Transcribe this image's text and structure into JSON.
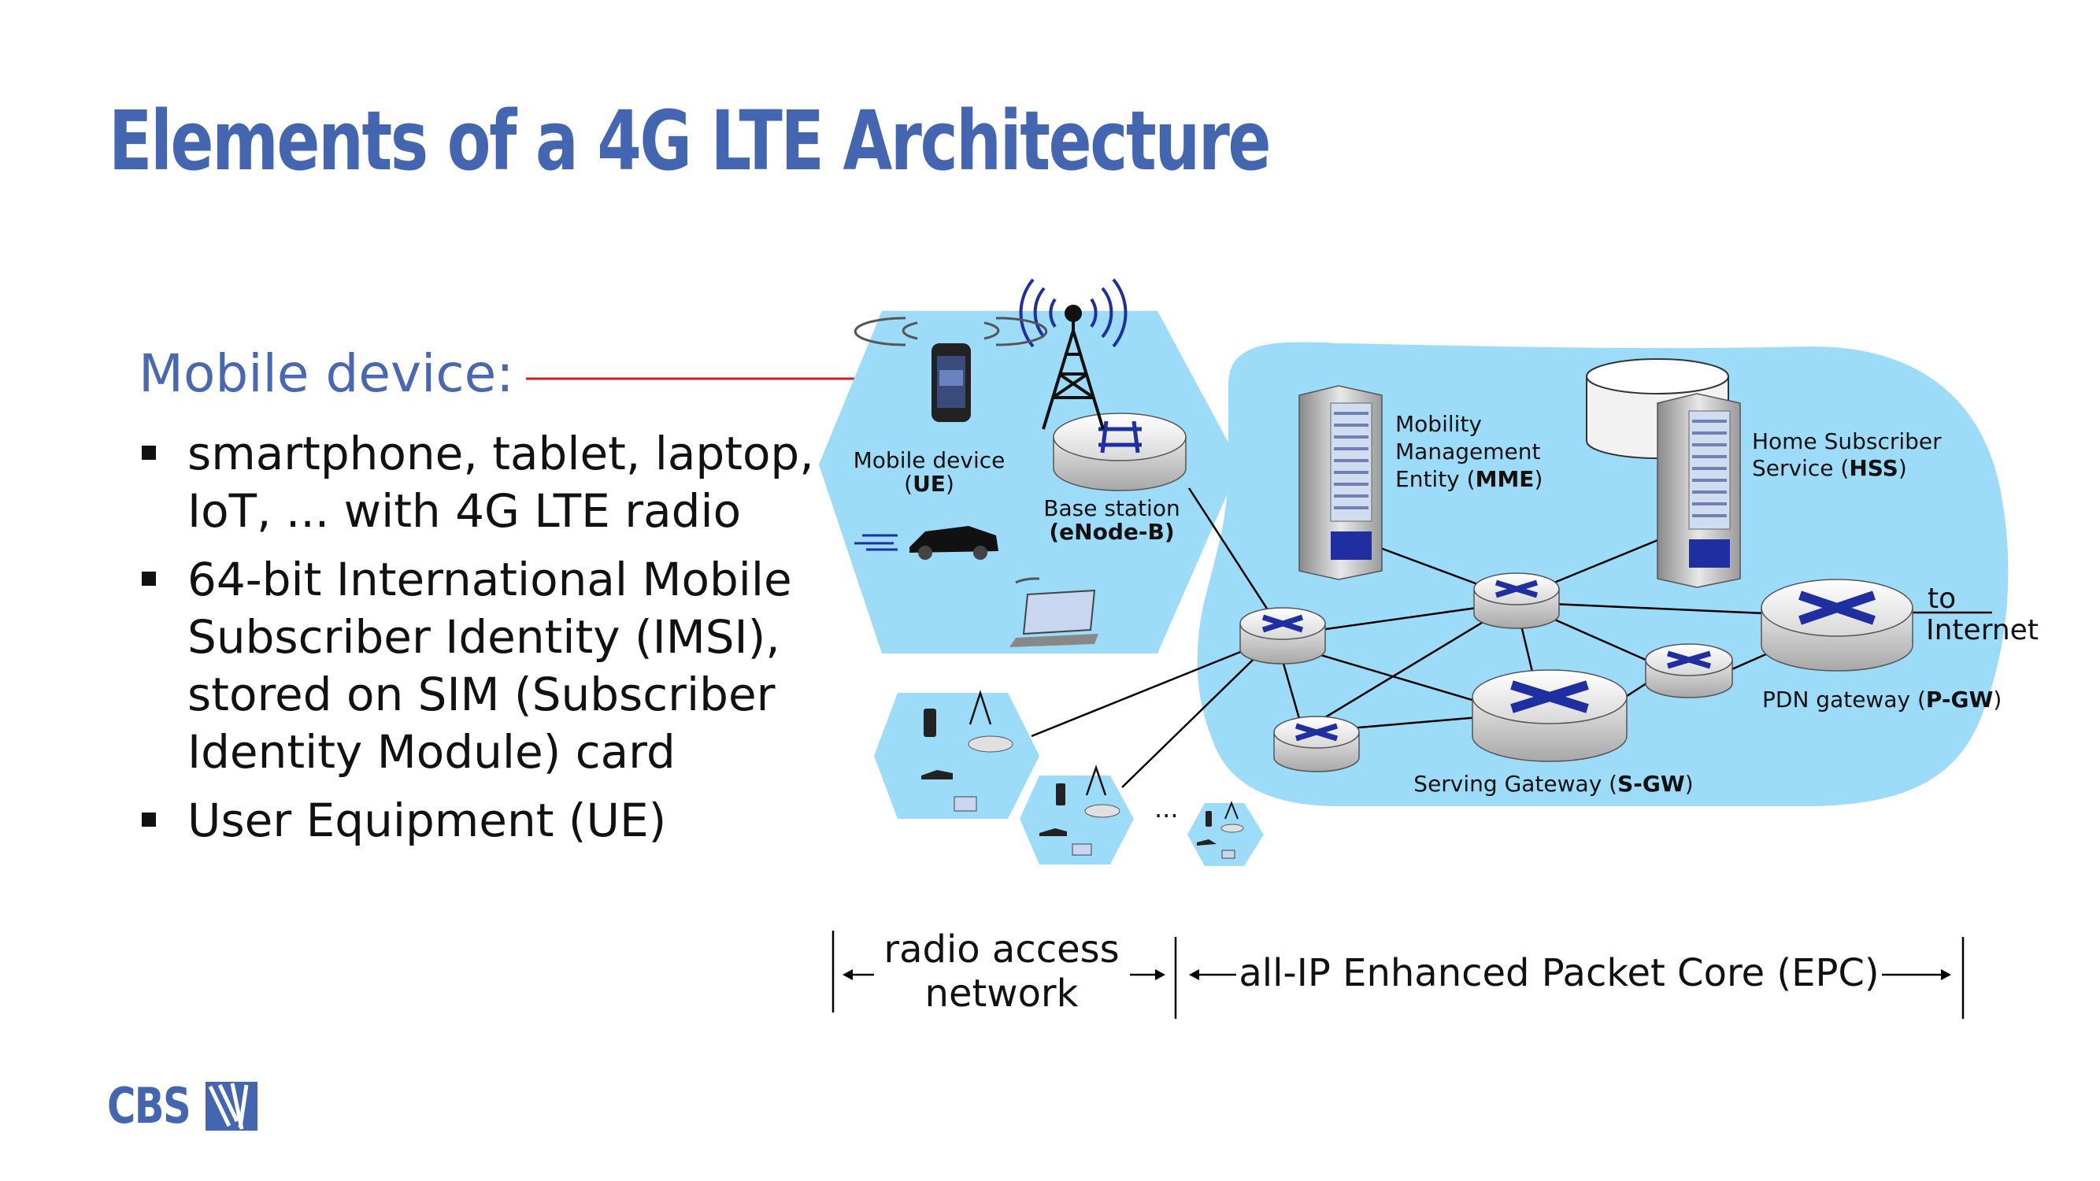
{
  "slide": {
    "title": "Elements of a 4G LTE Architecture",
    "heading": "Mobile device:",
    "bullets": [
      "smartphone, tablet, laptop, IoT, ... with 4G LTE radio",
      "64-bit International Mobile Subscriber Identity (IMSI), stored on SIM (Subscriber Identity Module) card",
      "User Equipment (UE)"
    ]
  },
  "diagram": {
    "ue": {
      "line1": "Mobile device",
      "abbr": "UE"
    },
    "enodeb": {
      "line1": "Base station",
      "abbr": "eNode-B"
    },
    "mme": {
      "line1": "Mobility",
      "line2": "Management",
      "line3": "Entity",
      "abbr": "MME"
    },
    "hss": {
      "line1": "Home Subscriber",
      "line2": "Service",
      "abbr": "HSS"
    },
    "internet": {
      "line1": "to",
      "line2": "Internet"
    },
    "pgw": {
      "line1": "PDN gateway",
      "abbr": "P-GW"
    },
    "sgw": {
      "line1": "Serving Gateway",
      "abbr": "S-GW"
    },
    "ellipsis": "...",
    "ran": {
      "line1": "radio access",
      "line2": "network"
    },
    "epc": "all-IP Enhanced Packet Core (EPC)"
  },
  "logo": {
    "text": "CBS"
  },
  "colors": {
    "title": "#4466b0",
    "cell": "#9ddcf8",
    "router_mark": "#1f2fa0",
    "pointer": "#cc2222"
  }
}
